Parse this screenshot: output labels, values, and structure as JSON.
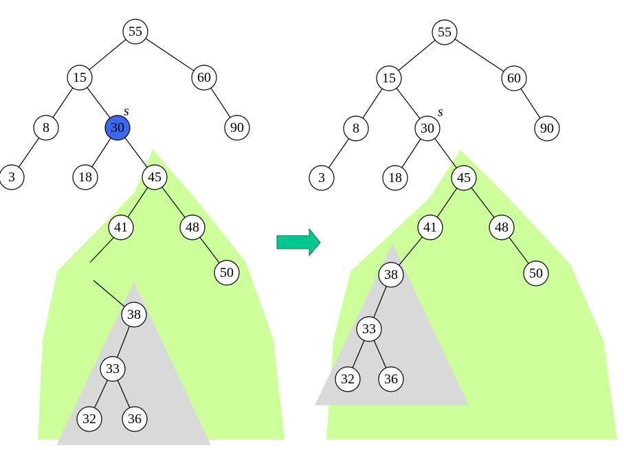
{
  "colors": {
    "background": "#ffffff",
    "green_region": "#ccff99",
    "gray_region": "#d9d9d9",
    "highlight_node": "#3b67f0",
    "arrow_fill": "#00c98f",
    "arrow_stroke": "#1f6e55"
  },
  "marker_label": "s",
  "before": {
    "nodes": {
      "n55": "55",
      "n15": "15",
      "n60": "60",
      "n8": "8",
      "n30": "30",
      "n90": "90",
      "n3": "3",
      "n18": "18",
      "n45": "45",
      "n41": "41",
      "n48": "48",
      "n50": "50",
      "n38": "38",
      "n33": "33",
      "n32": "32",
      "n36": "36"
    },
    "highlighted_node": "30"
  },
  "after": {
    "nodes": {
      "n55": "55",
      "n15": "15",
      "n60": "60",
      "n8": "8",
      "n30": "30",
      "n90": "90",
      "n3": "3",
      "n18": "18",
      "n45": "45",
      "n41": "41",
      "n48": "48",
      "n50": "50",
      "n38": "38",
      "n33": "33",
      "n32": "32",
      "n36": "36"
    }
  },
  "arrow_icon": "right-arrow-icon"
}
